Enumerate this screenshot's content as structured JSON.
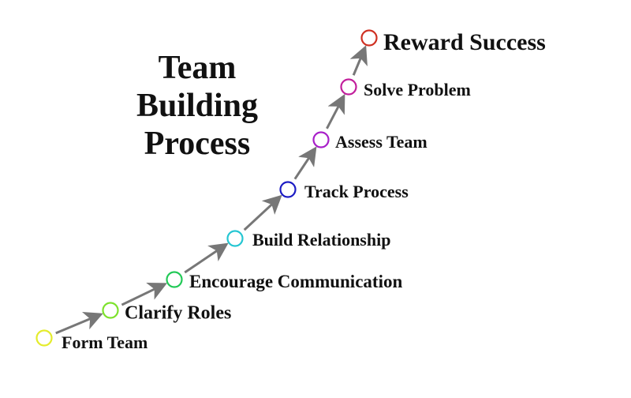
{
  "title": {
    "lines": [
      "Team",
      "Building",
      "Process"
    ]
  },
  "steps": [
    {
      "label": "Form Team",
      "color": "#e4ec2c"
    },
    {
      "label": "Clarify Roles",
      "color": "#7de22c"
    },
    {
      "label": "Encourage Communication",
      "color": "#22c957"
    },
    {
      "label": "Build Relationship",
      "color": "#25c6d2"
    },
    {
      "label": "Track Process",
      "color": "#1c1cc4"
    },
    {
      "label": "Assess Team",
      "color": "#a81fc9"
    },
    {
      "label": "Solve Problem",
      "color": "#c21f9c"
    },
    {
      "label": "Reward Success",
      "color": "#cf3022"
    }
  ],
  "arrow_color": "#777777"
}
